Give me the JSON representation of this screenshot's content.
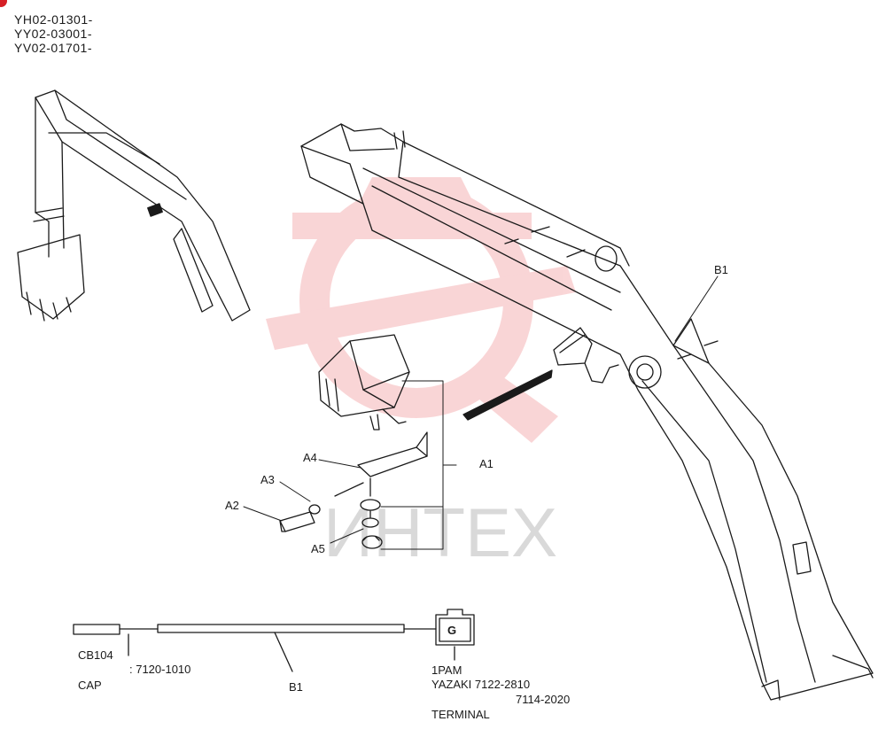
{
  "serials": [
    "YH02-01301-",
    "YY02-03001-",
    "YV02-01701-"
  ],
  "parts": {
    "a1": "A1",
    "a2": "A2",
    "a3": "A3",
    "a4": "A4",
    "a5": "A5",
    "b1": "B1"
  },
  "harness": {
    "connector_letter": "G",
    "left_code": "CB104",
    "left_part": ": 7120-1010",
    "left_cap": "CAP",
    "cable_label": "B1",
    "right_code": "1PAM",
    "right_part": "YAZAKI 7122-2810",
    "right_terminal_part": "7114-2020",
    "right_terminal": "TERMINAL"
  },
  "watermark": {
    "text": "ИНТЕХ",
    "color": "#e8434a"
  },
  "colors": {
    "line": "#1a1a1a",
    "marker": "#d61f26"
  }
}
